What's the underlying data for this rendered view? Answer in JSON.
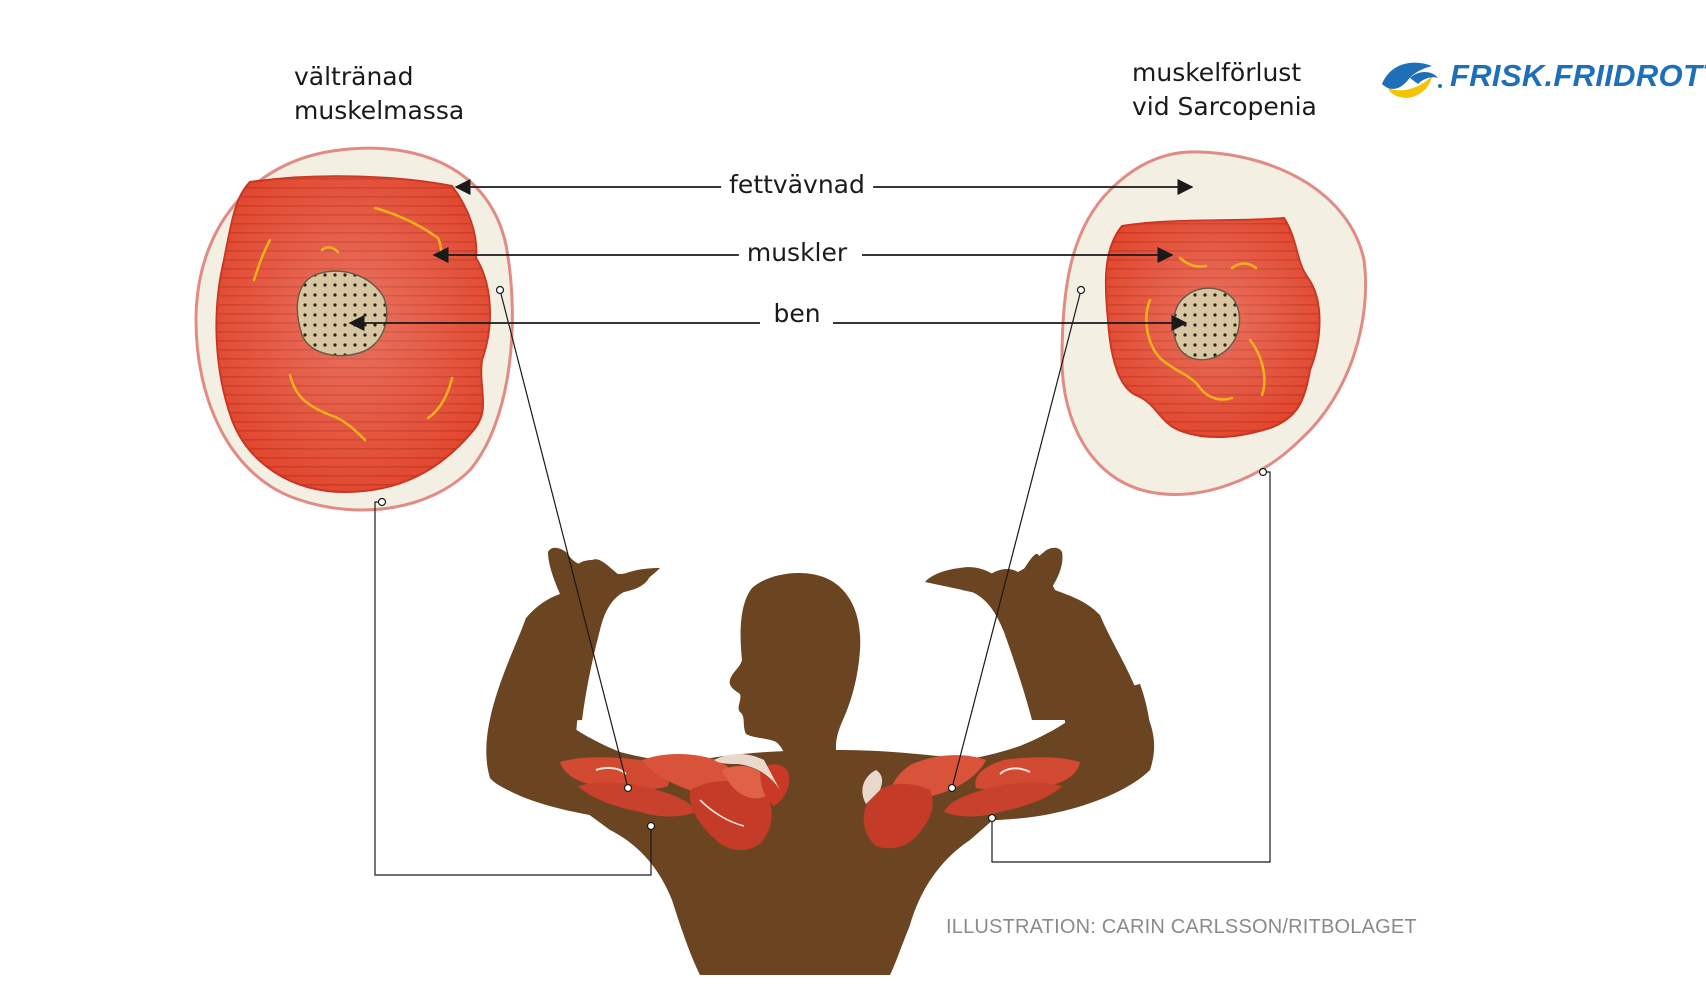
{
  "labels": {
    "left_heading_line1": "vältränad",
    "left_heading_line2": "muskelmassa",
    "right_heading_line1": "muskelförlust",
    "right_heading_line2": "vid Sarcopenia",
    "fat": "fettvävnad",
    "muscle": "muskler",
    "bone": "ben"
  },
  "logo": {
    "text": "FRISK.FRIIDROTT",
    "colors": {
      "blue": "#1e6fb8",
      "yellow": "#f2c500"
    }
  },
  "credit": "ILLUSTRATION: CARIN CARLSSON/RITBOLAGET",
  "colors": {
    "muscle": "#e2452c",
    "muscle_edge": "#c93320",
    "fat": "#f4efe3",
    "fat_outline": "#e08b84",
    "bone": "#d9c7a4",
    "body": "#6b4421",
    "vessel": "#f2b21d",
    "line": "#1a1a1a"
  }
}
